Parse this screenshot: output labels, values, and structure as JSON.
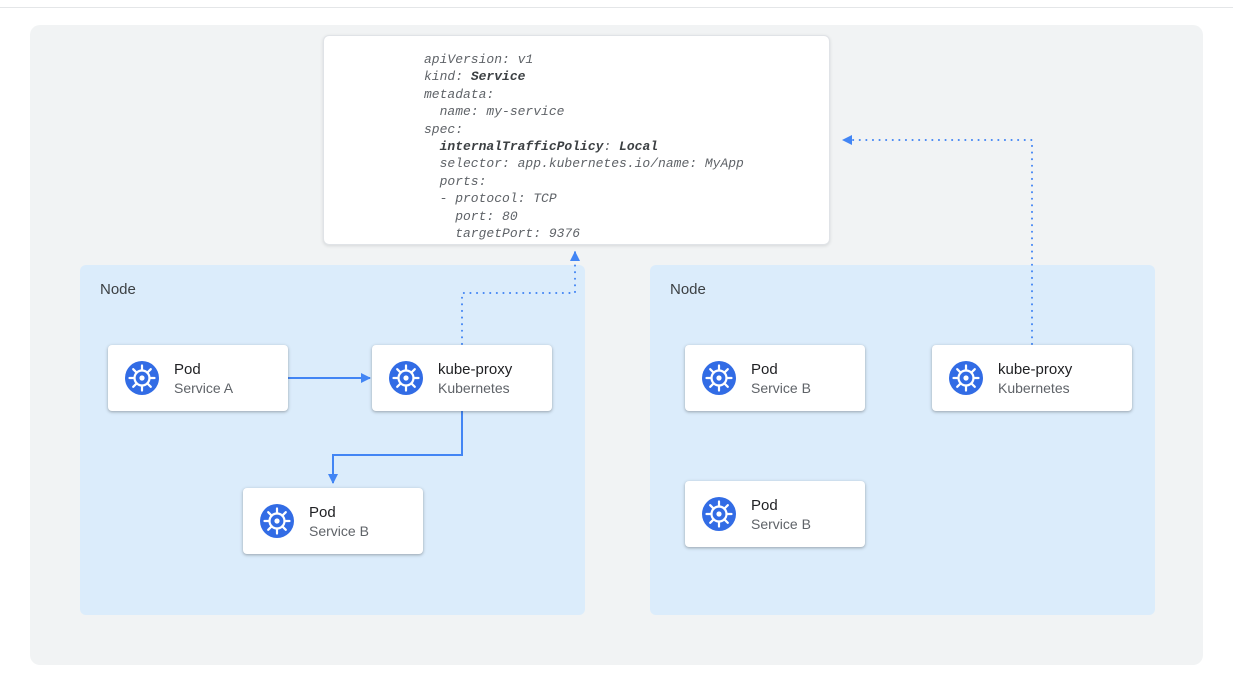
{
  "colors": {
    "panel_bg": "#f1f3f4",
    "node_bg": "#dbecfb",
    "arrow_blue": "#4285f4",
    "kubernetes_blue": "#326ce5"
  },
  "yaml_card": {
    "lines": [
      [
        {
          "t": "apiVersion: v1"
        }
      ],
      [
        {
          "t": "kind: "
        },
        {
          "t": "Service",
          "b": true
        }
      ],
      [
        {
          "t": "metadata:"
        }
      ],
      [
        {
          "t": "  name: my-service"
        }
      ],
      [
        {
          "t": "spec:"
        }
      ],
      [
        {
          "t": "  "
        },
        {
          "t": "internalTrafficPolicy",
          "b": true
        },
        {
          "t": ": "
        },
        {
          "t": "Local",
          "b": true
        }
      ],
      [
        {
          "t": "  selector: app.kubernetes.io/name: MyApp"
        }
      ],
      [
        {
          "t": "  ports:"
        }
      ],
      [
        {
          "t": "  - protocol: TCP"
        }
      ],
      [
        {
          "t": "    port: 80"
        }
      ],
      [
        {
          "t": "    targetPort: 9376"
        }
      ]
    ]
  },
  "nodes": [
    {
      "label": "Node",
      "cards": [
        {
          "title": "Pod",
          "subtitle": "Service A"
        },
        {
          "title": "kube-proxy",
          "subtitle": "Kubernetes"
        },
        {
          "title": "Pod",
          "subtitle": "Service B"
        }
      ]
    },
    {
      "label": "Node",
      "cards": [
        {
          "title": "Pod",
          "subtitle": "Service B"
        },
        {
          "title": "Pod",
          "subtitle": "Service B"
        },
        {
          "title": "kube-proxy",
          "subtitle": "Kubernetes"
        }
      ]
    }
  ],
  "edges": [
    {
      "from": "pod-service-a",
      "to": "kube-proxy-left",
      "style": "solid"
    },
    {
      "from": "kube-proxy-left",
      "to": "pod-service-b-left",
      "style": "solid"
    },
    {
      "from": "kube-proxy-left",
      "to": "service-yaml-card",
      "style": "dotted"
    },
    {
      "from": "kube-proxy-right",
      "to": "service-yaml-card",
      "style": "dotted"
    }
  ]
}
